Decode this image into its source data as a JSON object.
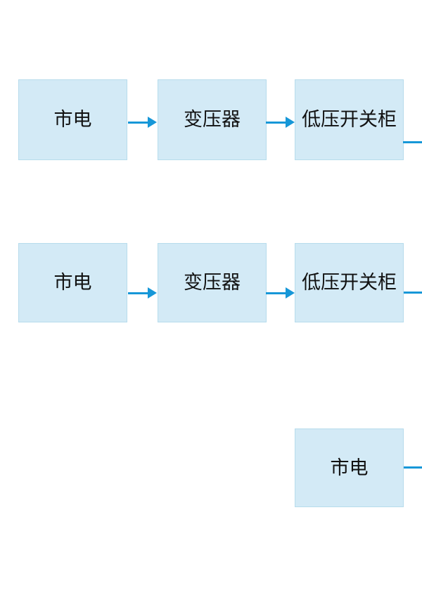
{
  "diagram": {
    "rows": [
      {
        "name": "row-1",
        "nodes": [
          {
            "label": "市电"
          },
          {
            "label": "变压器"
          },
          {
            "label": "低压开关柜"
          }
        ]
      },
      {
        "name": "row-2",
        "nodes": [
          {
            "label": "市电"
          },
          {
            "label": "变压器"
          },
          {
            "label": "低压开关柜"
          }
        ]
      },
      {
        "name": "row-3",
        "nodes": [
          {
            "label": "市电"
          }
        ]
      }
    ],
    "colors": {
      "box_fill": "#d3eaf6",
      "box_border": "#b7dcec",
      "arrow_blue": "#1697d8",
      "text": "#111111",
      "background": "#ffffff"
    }
  }
}
